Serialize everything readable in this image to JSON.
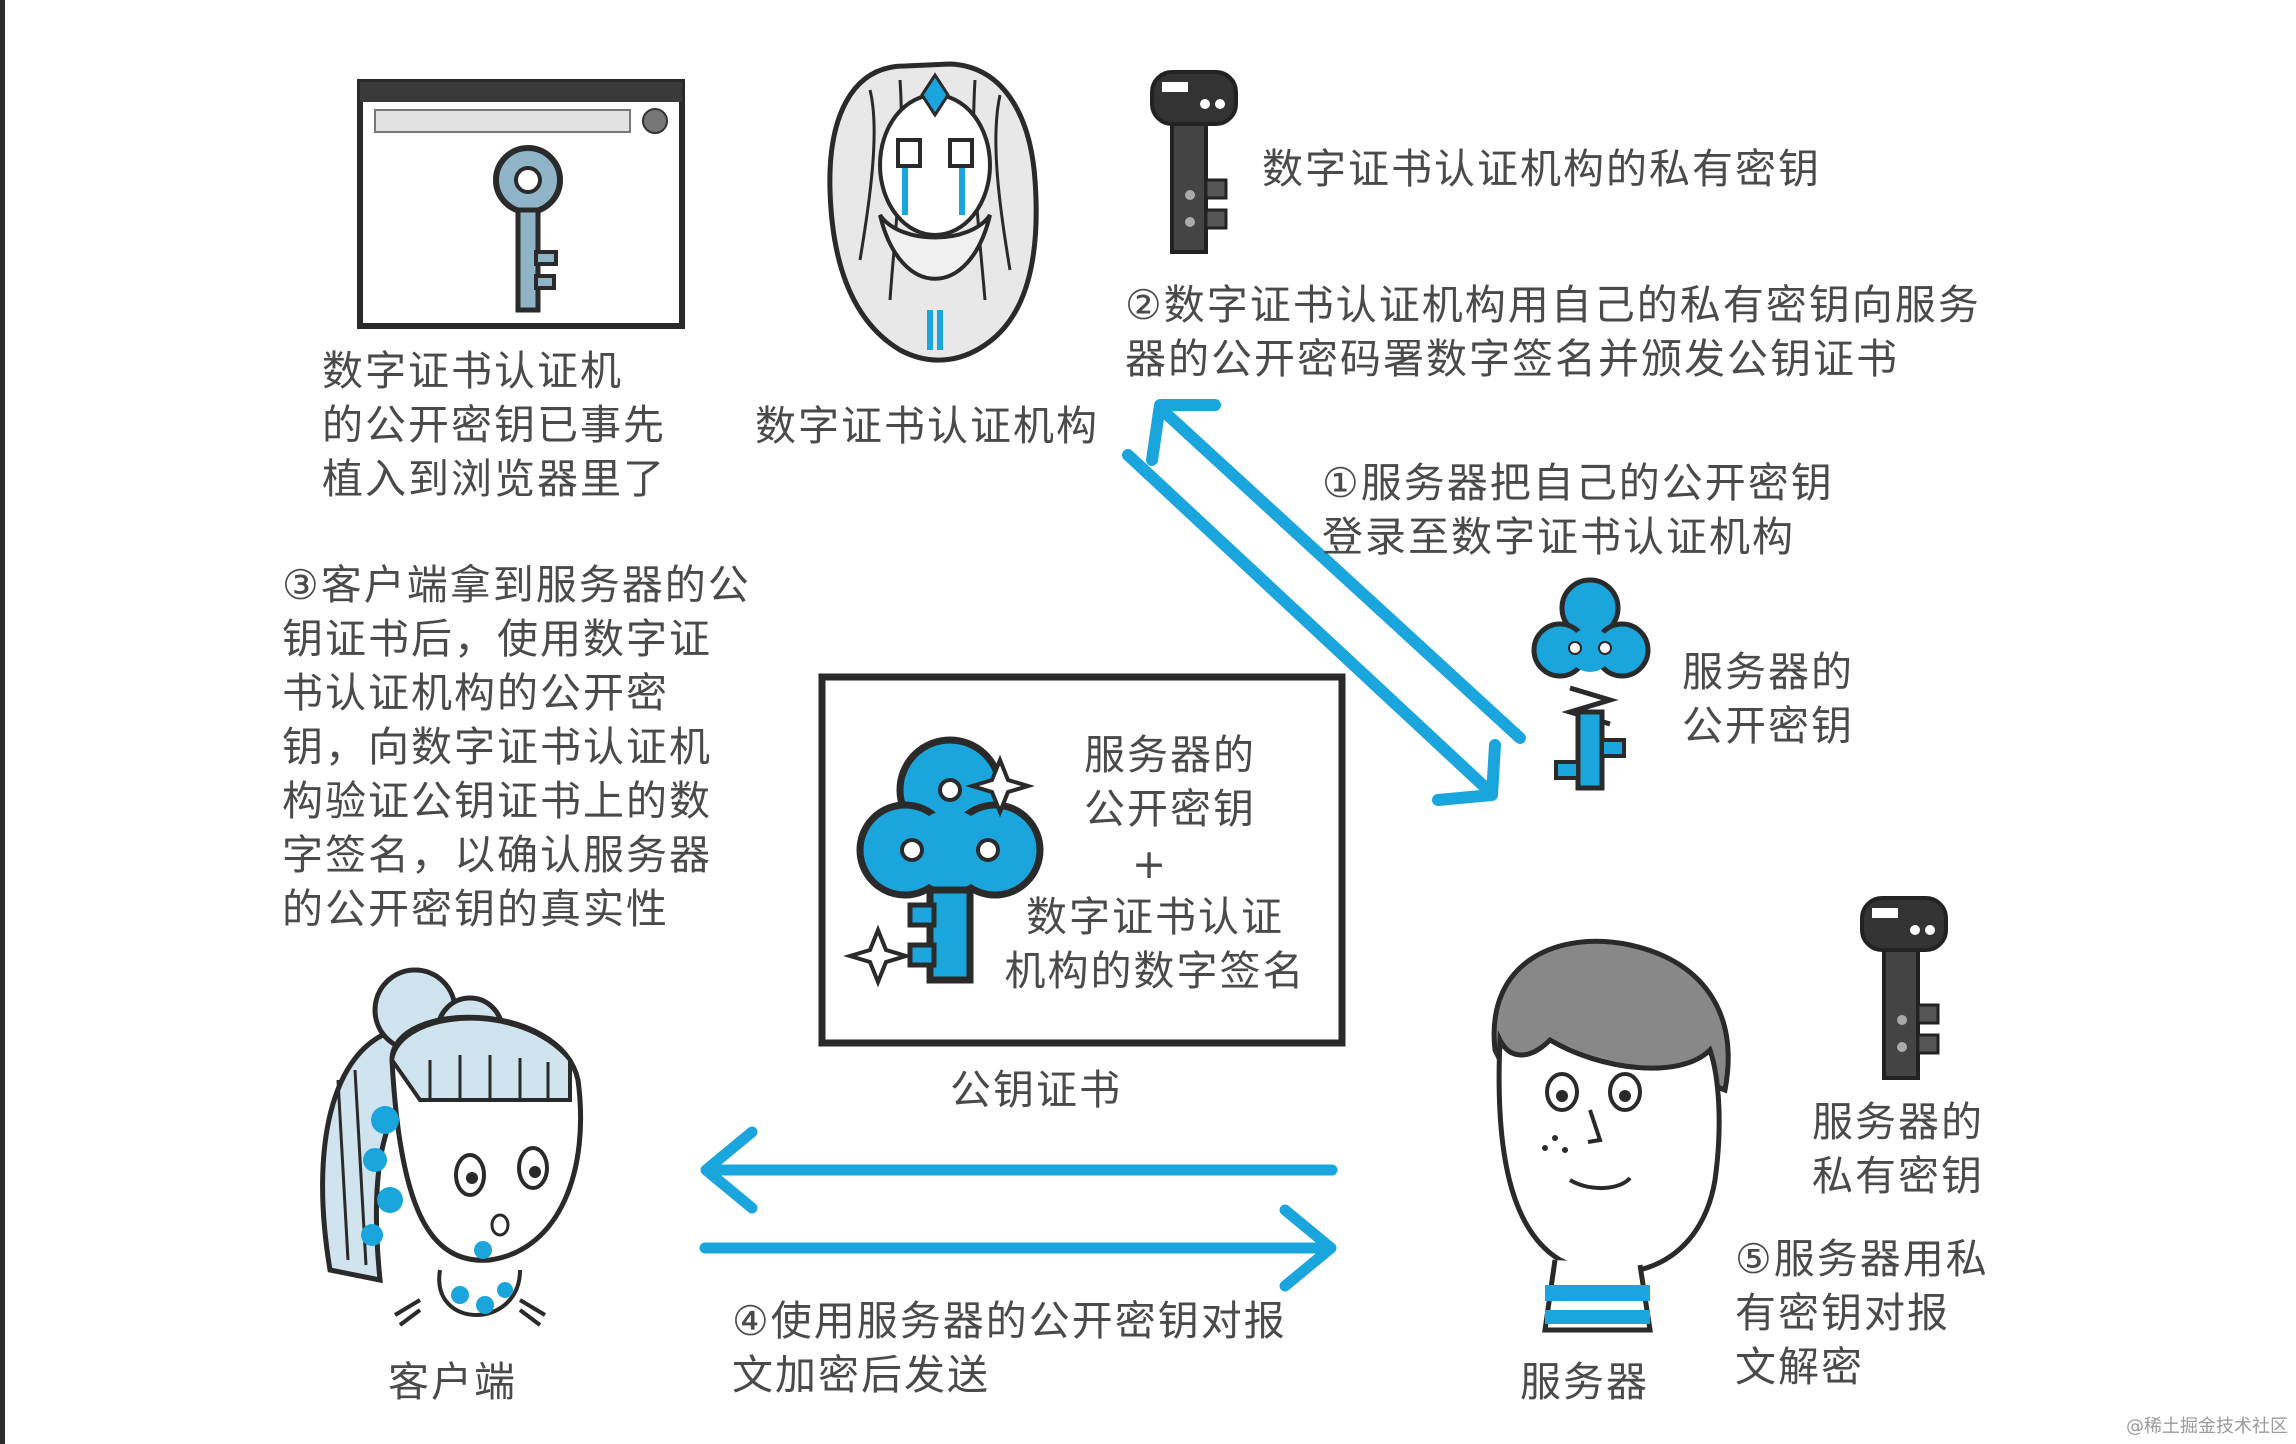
{
  "colors": {
    "accent_blue": "#1aa6dc",
    "key_dark": "#2f2f2f",
    "ink": "#2a2a2a",
    "text": "#4a4a4a"
  },
  "labels": {
    "browser_caption": "数字证书认证机\n的公开密钥已事先\n植入到浏览器里了",
    "ca_name": "数字证书认证机构",
    "ca_private_key": "数字证书认证机构的私有密钥",
    "step2": "②数字证书认证机构用自己的私有密钥向服务\n器的公开密码署数字签名并颁发公钥证书",
    "step1": "①服务器把自己的公开密钥\n登录至数字证书认证机构",
    "server_public_key": "服务器的\n公开密钥",
    "step3": "③客户端拿到服务器的公\n钥证书后，使用数字证\n书认证机构的公开密\n钥，向数字证书认证机\n构验证公钥证书上的数\n字签名，以确认服务器\n的公开密钥的真实性",
    "cert_content_top": "服务器的\n公开密钥",
    "cert_plus": "+",
    "cert_content_bottom": "数字证书认证\n机构的数字签名",
    "cert_caption": "公钥证书",
    "server_private_key": "服务器的\n私有密钥",
    "step5": "⑤服务器用私\n有密钥对报\n文解密",
    "step4": "④使用服务器的公开密钥对报\n文加密后发送",
    "client": "客户端",
    "server": "服务器"
  },
  "icons": {
    "browser_key": "key-icon",
    "ca_person": "bearded-sage-icon",
    "ca_private_key": "dark-key-icon",
    "server_public_key": "blue-key-icon",
    "cert_key": "blue-key-icon",
    "server_private_key": "dark-key-icon",
    "client_person": "girl-icon",
    "server_person": "boy-icon"
  },
  "watermark": "@稀土掘金技术社区"
}
